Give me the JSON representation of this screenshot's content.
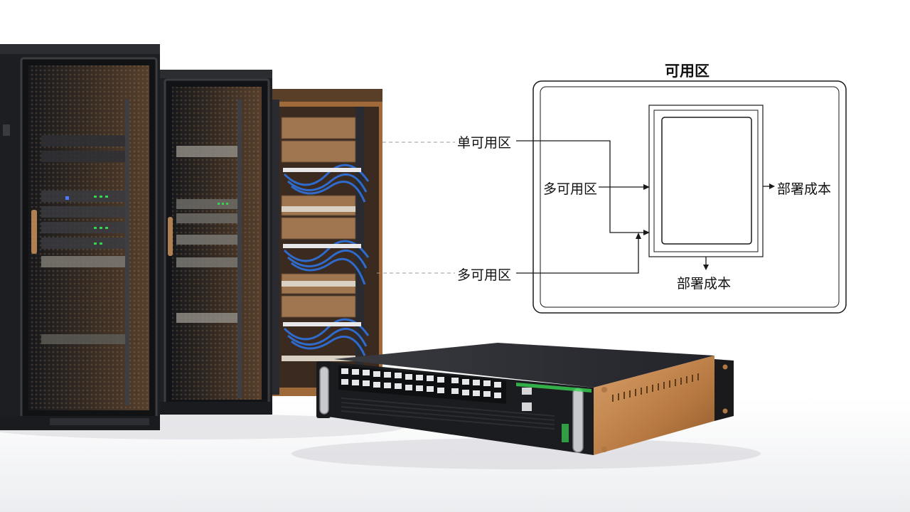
{
  "diagram": {
    "title": "可用区",
    "labels": {
      "single_az": "单可用区",
      "multi_az_left": "多可用区",
      "multi_az_bottom": "多可用区",
      "deploy_cost_right": "部署成本",
      "deploy_cost_bottom": "部署成本"
    }
  },
  "colors": {
    "rack_body": "#1c1d20",
    "rack_frame": "#2e2f33",
    "cable_blue": "#2f6fd6",
    "copper": "#c68a4e",
    "led_green": "#39d353",
    "line": "#1a1a1a"
  }
}
